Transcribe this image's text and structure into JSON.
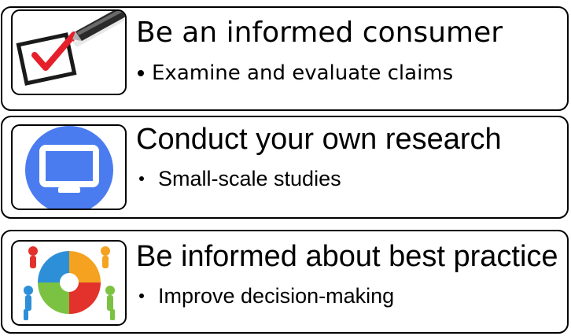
{
  "cards": [
    {
      "icon": "checkbox-pen-icon",
      "heading": "Be an informed consumer",
      "bullet": "Examine and evaluate claims"
    },
    {
      "icon": "monitor-icon",
      "heading": "Conduct your own research",
      "bullet": "Small-scale studies"
    },
    {
      "icon": "puzzle-team-icon",
      "heading": "Be informed about best practice",
      "bullet": "Improve decision-making"
    }
  ],
  "colors": {
    "check_red": "#e5202a",
    "monitor_blue": "#4a7cf0",
    "border": "#000000"
  }
}
